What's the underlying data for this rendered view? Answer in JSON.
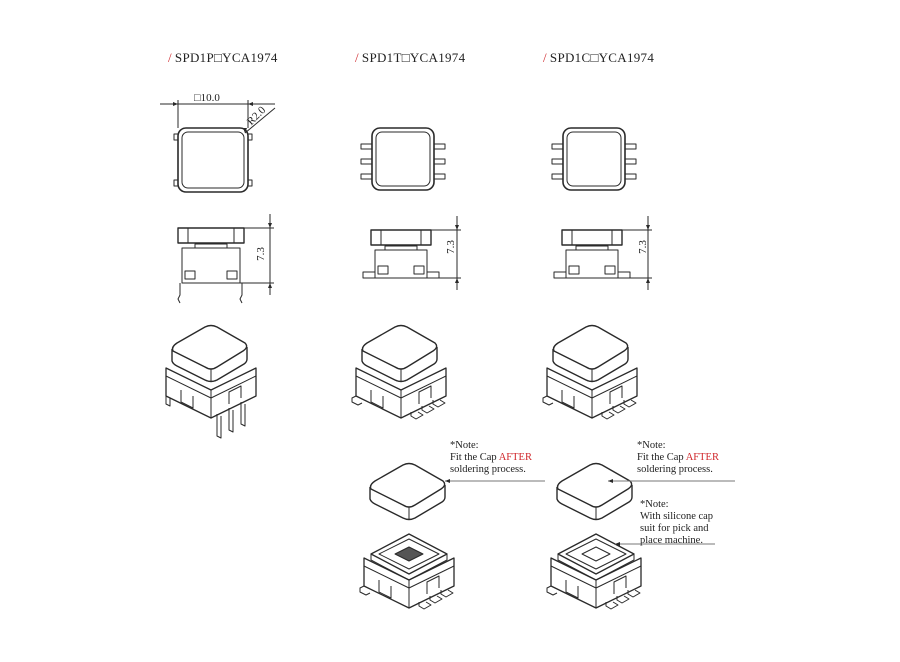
{
  "models": [
    {
      "prefix": "/",
      "name": "SPD1P□YCA1974",
      "type": "P"
    },
    {
      "prefix": "/",
      "name": "SPD1T□YCA1974",
      "type": "T"
    },
    {
      "prefix": "/",
      "name": "SPD1C□YCA1974",
      "type": "C"
    }
  ],
  "dimensions": {
    "width": "□10.0",
    "radius": "R2.0",
    "height": "7.3"
  },
  "notes": {
    "cap_note_t": {
      "head": "*Note:",
      "line1_pre": "Fit the  Cap",
      "line1_em": "AFTER",
      "line2": "soldering process."
    },
    "cap_note_c": {
      "head": "*Note:",
      "line1_pre": "Fit the  Cap",
      "line1_em": "AFTER",
      "line2": "soldering process."
    },
    "silicone_note": {
      "head": "*Note:",
      "line1": "With silicone cap",
      "line2": "suit for pick and",
      "line3": "place machine."
    }
  },
  "colors": {
    "accent": "#d0282c",
    "line": "#2a2a2a"
  }
}
